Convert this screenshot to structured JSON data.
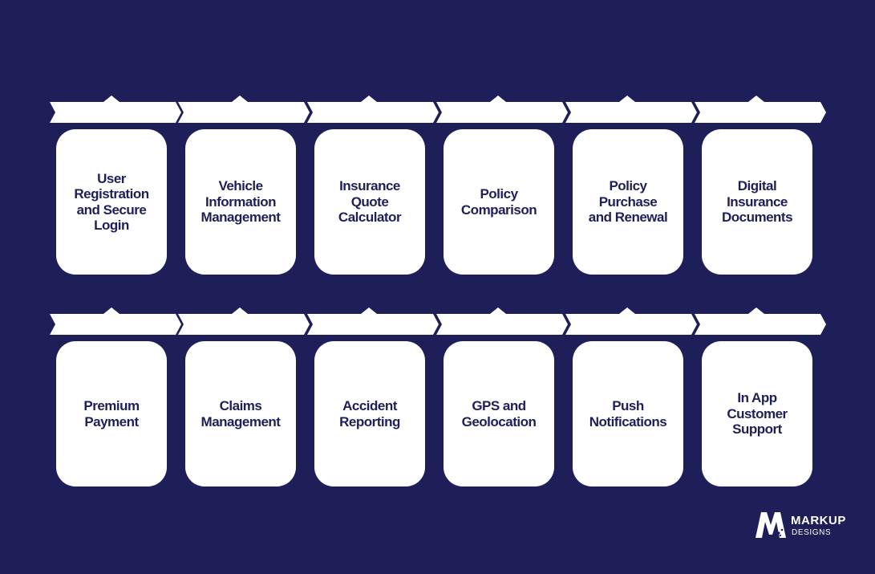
{
  "colors": {
    "background": "#1e1f59",
    "card": "#ffffff",
    "card_text": "#1e1f59"
  },
  "rows": [
    {
      "items": [
        {
          "label": "User\nRegistration\nand Secure\nLogin"
        },
        {
          "label": "Vehicle\nInformation\nManagement"
        },
        {
          "label": "Insurance\nQuote\nCalculator"
        },
        {
          "label": "Policy\nComparison"
        },
        {
          "label": "Policy\nPurchase\nand Renewal"
        },
        {
          "label": "Digital\nInsurance\nDocuments"
        }
      ]
    },
    {
      "items": [
        {
          "label": "Premium\nPayment"
        },
        {
          "label": "Claims\nManagement"
        },
        {
          "label": "Accident\nReporting"
        },
        {
          "label": "GPS and\nGeolocation"
        },
        {
          "label": "Push\nNotifications"
        },
        {
          "label": "In App\nCustomer\nSupport"
        }
      ]
    }
  ],
  "logo": {
    "title": "MARKUP",
    "subtitle": "DESIGNS",
    "icon": "markup-m-logo-icon"
  }
}
